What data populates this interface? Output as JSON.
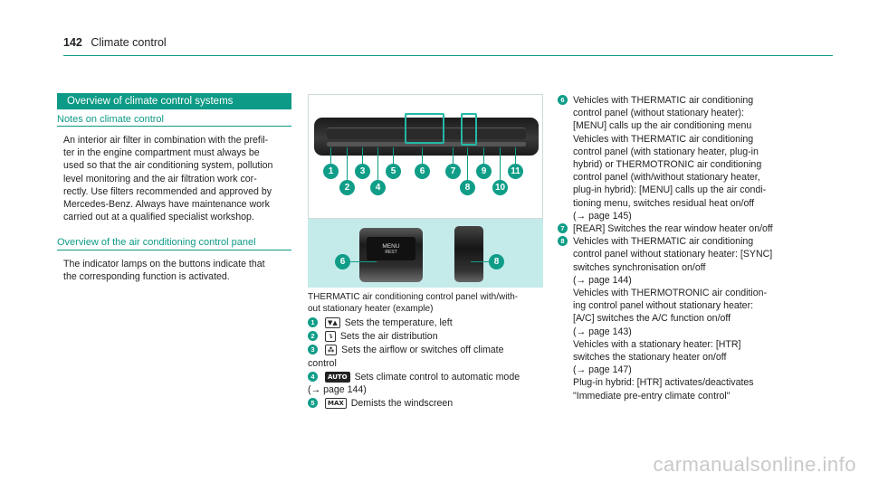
{
  "header": {
    "page_number": "142",
    "title": "Climate control"
  },
  "left": {
    "section_title": "Overview of climate control systems",
    "sub1": "Notes on climate control",
    "para1": [
      "An interior air filter in combination with the prefil-",
      "ter in the engine compartment must always be",
      "used so that the air conditioning system, pollution",
      "level monitoring and the air filtration work cor-",
      "rectly. Use filters recommended and approved by",
      "Mercedes-Benz. Always have maintenance work",
      "carried out at a qualified specialist workshop."
    ],
    "sub2": "Overview of the air conditioning control panel",
    "para2": [
      "The indicator lamps on the buttons indicate that",
      "the corresponding function is activated."
    ]
  },
  "figure": {
    "menu_label": "MENU",
    "menu_sublabel": "REST",
    "callouts": [
      "1",
      "2",
      "3",
      "4",
      "5",
      "6",
      "7",
      "8",
      "9",
      "10",
      "11"
    ],
    "bottom_callouts": [
      "6",
      "8"
    ]
  },
  "middle": {
    "caption": [
      "THERMATIC air conditioning control panel with/with-",
      "out stationary heater (example)"
    ],
    "items": [
      {
        "n": "1",
        "icon": "▼▲",
        "lines": [
          "Sets the temperature, left"
        ]
      },
      {
        "n": "2",
        "icon": "↴",
        "lines": [
          "Sets the air distribution"
        ]
      },
      {
        "n": "3",
        "icon": "⁂",
        "lines": [
          "Sets the airflow or switches off climate",
          "control"
        ]
      },
      {
        "n": "4",
        "icon": "AUTO",
        "lines": [
          "Sets climate control to automatic mode",
          "(→ page 144)"
        ]
      },
      {
        "n": "5",
        "icon": "MAX",
        "lines": [
          "Demists the windscreen"
        ]
      }
    ]
  },
  "right": {
    "items": [
      {
        "n": "6",
        "lines": [
          "Vehicles with THERMATIC air conditioning",
          "control panel (without stationary heater):",
          "[MENU] calls up the air conditioning menu",
          "Vehicles with THERMATIC air conditioning",
          "control panel (with stationary heater, plug-in",
          "hybrid) or THERMOTRONIC air conditioning",
          "control panel (with/without stationary heater,",
          "plug-in hybrid): [MENU] calls up the air condi-",
          "tioning menu, switches residual heat on/off",
          "(→ page 145)"
        ]
      },
      {
        "n": "7",
        "lines": [
          "[REAR] Switches the rear window heater on/off"
        ]
      },
      {
        "n": "8",
        "lines": [
          "Vehicles with THERMATIC air conditioning",
          "control panel without stationary heater: [SYNC]",
          "switches synchronisation on/off",
          "(→ page 144)",
          "Vehicles with THERMOTRONIC air condition-",
          "ing control panel without stationary heater:",
          "[A/C] switches the A/C function on/off",
          "(→ page 143)",
          "Vehicles with a stationary heater: [HTR]",
          "switches the stationary heater on/off",
          "(→ page 147)",
          "Plug-in hybrid: [HTR] activates/deactivates",
          "\"Immediate pre-entry climate control\""
        ]
      }
    ]
  },
  "watermark": "carmanualsonline.info",
  "colors": {
    "accent": "#0d9a86",
    "figure_bg": "#c4ebea"
  }
}
